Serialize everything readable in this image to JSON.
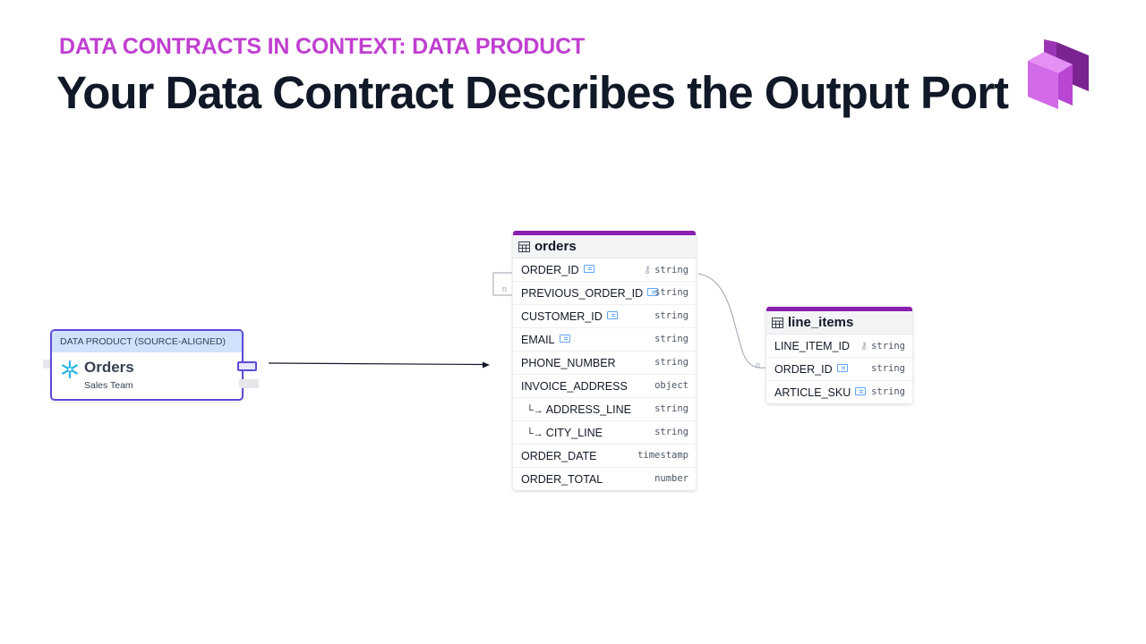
{
  "header": {
    "eyebrow": "DATA CONTRACTS IN CONTEXT: DATA PRODUCT",
    "title": "Your Data Contract Describes the Output Port"
  },
  "colors": {
    "accent_purple": "#c03fd0",
    "table_border": "#8b1fb0",
    "product_border": "#5b4bd6",
    "product_header": "#cfe1fb",
    "pii_blue": "#60a5fa"
  },
  "data_product": {
    "header": "DATA PRODUCT (SOURCE-ALIGNED)",
    "name": "Orders",
    "team": "Sales Team",
    "icon": "snowflake-icon"
  },
  "orders_table": {
    "name": "orders",
    "fields": [
      {
        "name": "ORDER_ID",
        "type": "string",
        "pii": true,
        "key": true
      },
      {
        "name": "PREVIOUS_ORDER_ID",
        "type": "string",
        "pii": true,
        "key": false
      },
      {
        "name": "CUSTOMER_ID",
        "type": "string",
        "pii": true,
        "key": false
      },
      {
        "name": "EMAIL",
        "type": "string",
        "pii": true,
        "key": false
      },
      {
        "name": "PHONE_NUMBER",
        "type": "string",
        "pii": false,
        "key": false
      },
      {
        "name": "INVOICE_ADDRESS",
        "type": "object",
        "pii": false,
        "key": false
      },
      {
        "name": "ADDRESS_LINE",
        "type": "string",
        "pii": false,
        "key": false,
        "child": true
      },
      {
        "name": "CITY_LINE",
        "type": "string",
        "pii": false,
        "key": false,
        "child": true
      },
      {
        "name": "ORDER_DATE",
        "type": "timestamp",
        "pii": false,
        "key": false
      },
      {
        "name": "ORDER_TOTAL",
        "type": "number",
        "pii": false,
        "key": false
      }
    ]
  },
  "line_items_table": {
    "name": "line_items",
    "fields": [
      {
        "name": "LINE_ITEM_ID",
        "type": "string",
        "pii": false,
        "key": true
      },
      {
        "name": "ORDER_ID",
        "type": "string",
        "pii": true,
        "key": false
      },
      {
        "name": "ARTICLE_SKU",
        "type": "string",
        "pii": true,
        "key": false
      }
    ]
  },
  "relations": {
    "self_label": "n",
    "line_items_label": "n"
  }
}
